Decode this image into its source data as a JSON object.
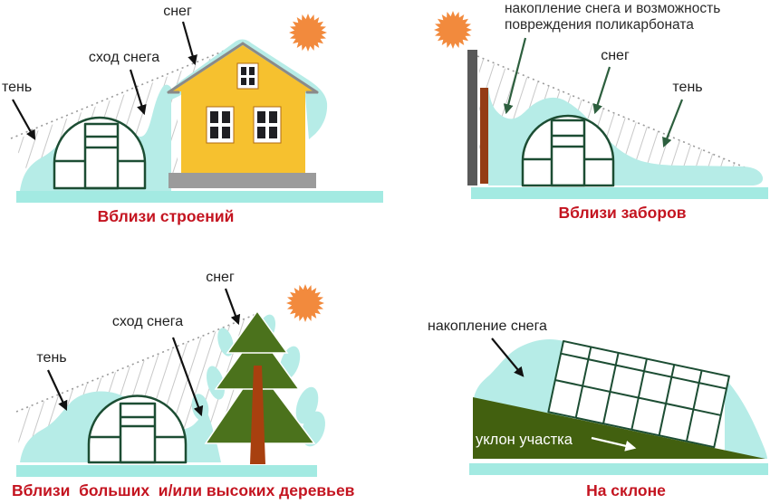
{
  "colors": {
    "snow": "#b6ece7",
    "ground": "#a3eae2",
    "house": "#f6c12f",
    "house_base": "#9b9b9b",
    "roof_edge": "#8a8a8a",
    "sun": "#f28a3d",
    "fence": "#595959",
    "post": "#943d15",
    "tree": "#4b721c",
    "trunk": "#a8400f",
    "slope": "#42600f",
    "greenhouse_frame": "#1c4d33",
    "caption": "#c41420",
    "arrow_green": "#2d5f3e",
    "window_pane": "#1f1f23"
  },
  "panels": {
    "near_buildings": {
      "caption": "Вблизи строений",
      "labels": {
        "snow": "снег",
        "snow_slide": "сход снега",
        "shadow": "тень"
      }
    },
    "near_fences": {
      "caption": "Вблизи заборов",
      "labels": {
        "accumulation_line1": "накопление снега и возможность",
        "accumulation_line2": "повреждения поликарбоната",
        "snow": "снег",
        "shadow": "тень"
      }
    },
    "near_trees": {
      "caption": "Вблизи  больших  и/или высоких деревьев",
      "labels": {
        "snow": "снег",
        "snow_slide": "сход снега",
        "shadow": "тень"
      }
    },
    "on_slope": {
      "caption": "На склоне",
      "labels": {
        "accumulation": "накопление снега",
        "slope_direction": "уклон участка"
      }
    }
  }
}
